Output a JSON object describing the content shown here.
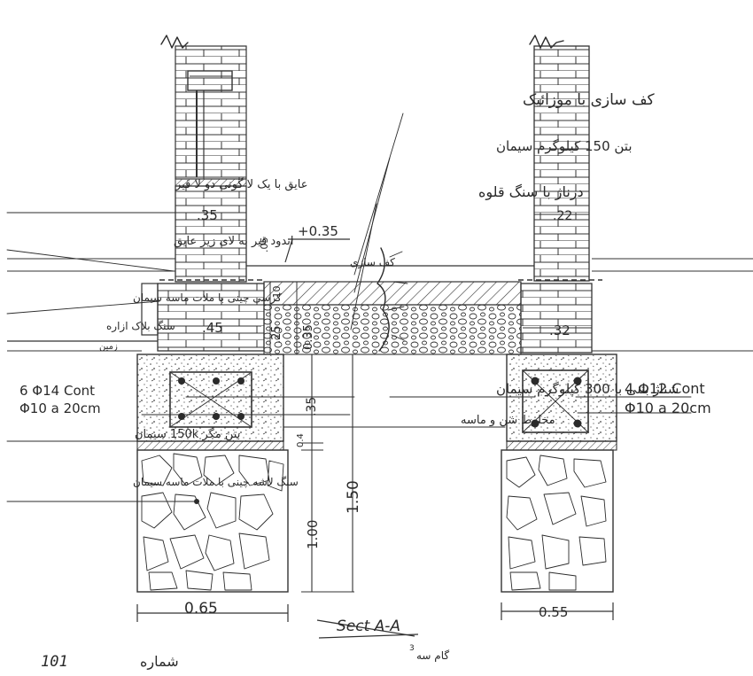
{
  "drawing": {
    "section_title": "Sect A-A",
    "sheet_number_label": "شماره",
    "sheet_number_value": "101",
    "step_label": "گام سه",
    "step_number": "3",
    "dimensions": {
      "elevation": "+0.35",
      "d_05": ".05",
      "d_10": ".10",
      "d_25": ".25",
      "d_035": "0.35",
      "d_35_vertical": ".35",
      "d_04": "0.4",
      "d_150": "1.50",
      "d_100": "1.00",
      "wall_left_thickness": ".35",
      "wall_right_thickness": ".22",
      "beam_left_width": ".45",
      "beam_right_width": ".32",
      "footing_left_width": "0.65",
      "footing_right_width": "0.55"
    },
    "reinforcement": {
      "left_main": "6 Φ14 Cont",
      "left_stirrup": "Φ10 a 20cm",
      "right_main": "4 Φ12 Cont",
      "right_stirrup": "Φ10 a 20cm"
    },
    "notes": {
      "floor_mosaic": "کف سازی با موزائیک",
      "concrete_150": "بتن 150 کیلوگرم سیمان",
      "drainage": "درناژ با سنگ قلوه",
      "insulation": "عایق با یک لا گونی دو لا قیر",
      "bitumen_coat": "اندود قیر به لای زیر عایق",
      "brick_course": "کرسی چینی با ملات ماسه سیمان",
      "block_stone": "سنگ بلاک ازاره",
      "blinding": "بتن مگر 150k سیمان",
      "stone_masonry": "سنگ لاشه چینی با ملات ماسه سیمان",
      "belt_beam": "شناژ بتنی با 300 کیلوگرم سیمان",
      "fill": "مخلوط شن و ماسه",
      "floor_sub": "کف سازی",
      "plain_ground": "زمین"
    }
  }
}
